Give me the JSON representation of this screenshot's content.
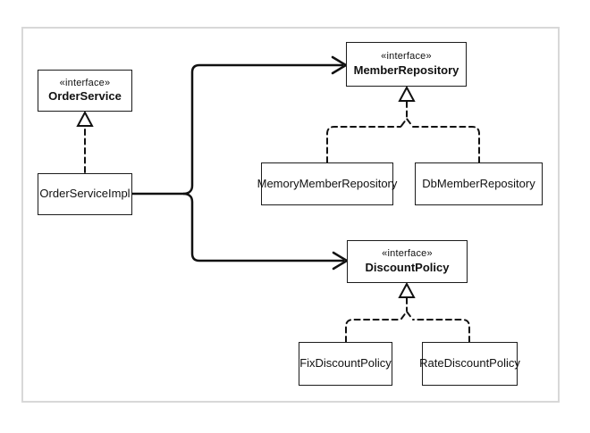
{
  "diagram": {
    "kind": "uml-class-diagram",
    "nodes": [
      {
        "id": "order-service",
        "stereotype": "«interface»",
        "name": "OrderService"
      },
      {
        "id": "order-service-impl",
        "name": "OrderServiceImpl"
      },
      {
        "id": "member-repository",
        "stereotype": "«interface»",
        "name": "MemberRepository"
      },
      {
        "id": "memory-member-repository",
        "name": "MemoryMemberRepository"
      },
      {
        "id": "db-member-repository",
        "name": "DbMemberRepository"
      },
      {
        "id": "discount-policy",
        "stereotype": "«interface»",
        "name": "DiscountPolicy"
      },
      {
        "id": "fix-discount-policy",
        "name": "FixDiscountPolicy"
      },
      {
        "id": "rate-discount-policy",
        "name": "RateDiscountPolicy"
      }
    ],
    "edges": [
      {
        "from": "OrderServiceImpl",
        "to": "OrderService",
        "type": "realization"
      },
      {
        "from": "OrderServiceImpl",
        "to": "MemberRepository",
        "type": "dependency"
      },
      {
        "from": "OrderServiceImpl",
        "to": "DiscountPolicy",
        "type": "dependency"
      },
      {
        "from": "MemoryMemberRepository",
        "to": "MemberRepository",
        "type": "realization"
      },
      {
        "from": "DbMemberRepository",
        "to": "MemberRepository",
        "type": "realization"
      },
      {
        "from": "FixDiscountPolicy",
        "to": "DiscountPolicy",
        "type": "realization"
      },
      {
        "from": "RateDiscountPolicy",
        "to": "DiscountPolicy",
        "type": "realization"
      }
    ],
    "colors": {
      "line": "#111111",
      "box_border": "#1c1c1c",
      "box_fill": "#ffffff",
      "frame_border": "#d8d8d8",
      "background": "#ffffff",
      "text": "#111111"
    }
  }
}
